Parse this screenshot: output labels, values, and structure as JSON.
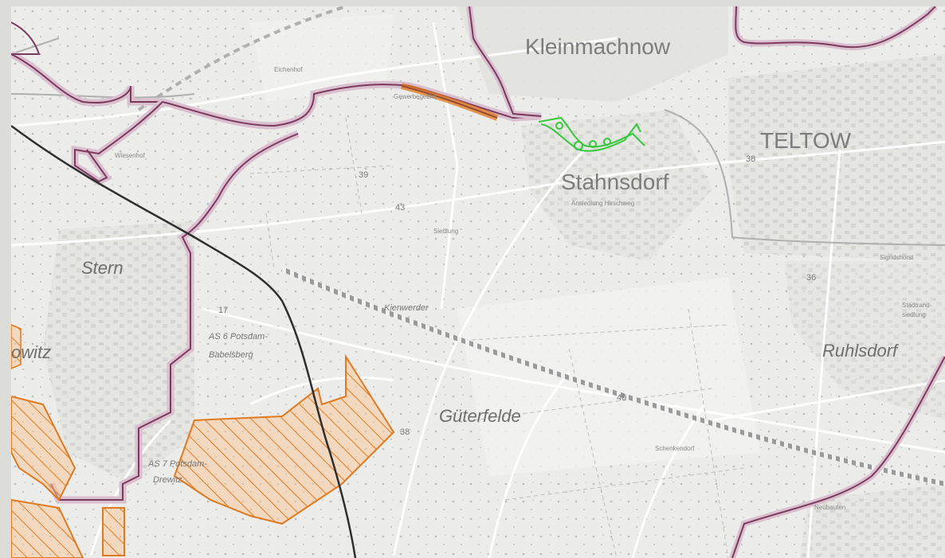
{
  "map": {
    "towns": {
      "kleinmachnow": "Kleinmachnow",
      "teltow": "TELTOW",
      "stahnsdorf": "Stahnsdorf",
      "stern": "Stern",
      "ruhlsdorf": "Ruhlsdorf",
      "gueterfelde": "Güterfelde",
      "owitz": "owitz"
    },
    "minor": {
      "kienwerder": "Kienwerder",
      "as6": "AS 6 Potsdam-",
      "as6b": "Babelsberg",
      "as7": "AS 7 Potsdam-",
      "as7b": "Drewitz",
      "stahnsdorf_sub": "Ansiedlung Hirschweg",
      "stadtrand": "Stadtrand-",
      "siedlung": "siedlung",
      "neubauten": "Neubauten",
      "sigridshorst": "Sigridshorst",
      "schenkendorf": "Schenkendorf",
      "eichenhof": "Eichenhof",
      "wiesenhof": "Wiesenhof",
      "gewerbe": "Gewerbegebiet",
      "siedlung2": "Siedlung"
    },
    "road_numbers": {
      "r38a": "38",
      "r38b": "38",
      "r40": "40",
      "r43": "43",
      "r36": "36",
      "r39": "39",
      "r17": "17"
    },
    "colors": {
      "background": "#ececea",
      "boundary": "#7a3a5a",
      "boundary_fill": "#d9bfd0",
      "hatch": "#e07a20",
      "hatch_fill": "#f6c89a",
      "highway": "#2e2e2e",
      "green_feature": "#35c83a",
      "roads": "#ffffff",
      "forest_pattern": "#b8b8b8"
    }
  }
}
